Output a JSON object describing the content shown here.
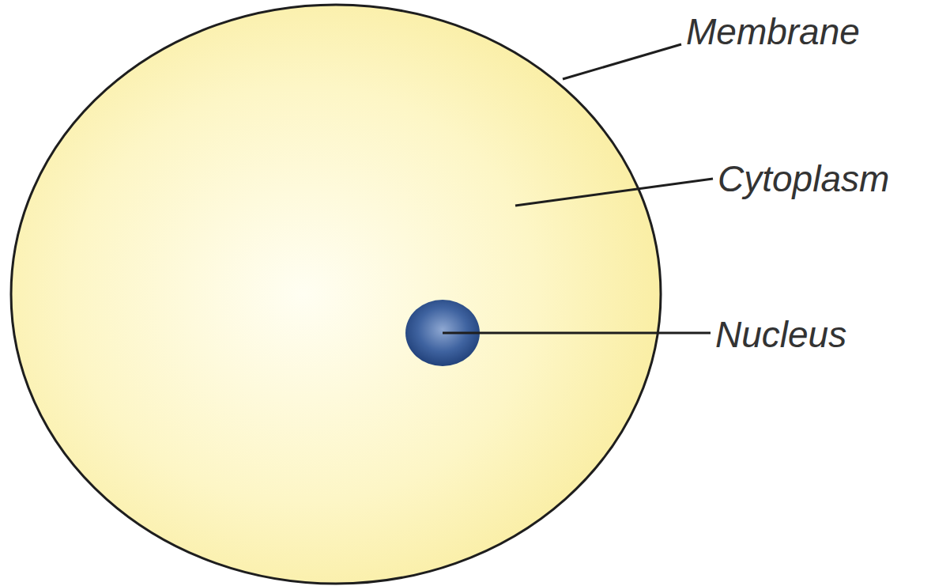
{
  "diagram": {
    "labels": [
      "Membrane",
      "Cytoplasm",
      "Nucleus"
    ]
  }
}
